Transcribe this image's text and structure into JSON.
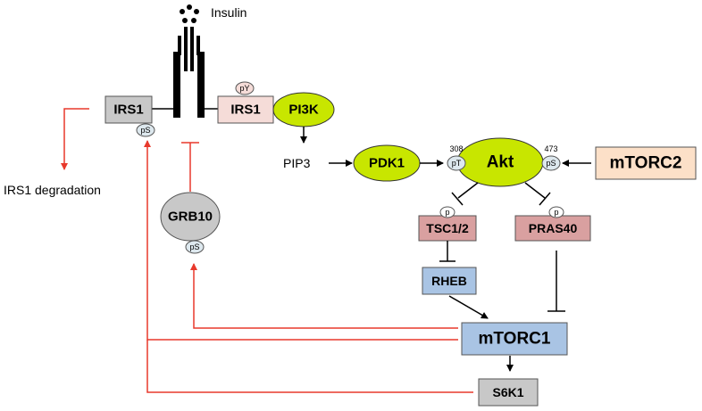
{
  "labels": {
    "insulin": "Insulin",
    "irs1_degradation": "IRS1 degradation",
    "pip3": "PIP3",
    "thr308": "308",
    "ser473": "473"
  },
  "nodes": {
    "irs1_left": "IRS1",
    "irs1_right": "IRS1",
    "pi3k": "PI3K",
    "pdk1": "PDK1",
    "akt": "Akt",
    "mtorc2": "mTORC2",
    "grb10": "GRB10",
    "tsc12": "TSC1/2",
    "pras40": "PRAS40",
    "rheb": "RHEB",
    "mtorc1": "mTORC1",
    "s6k1": "S6K1"
  },
  "phospho": {
    "ps_irs1": "pS",
    "py_irs1": "pY",
    "ps_grb10": "pS",
    "pt_akt": "pT",
    "ps_akt": "pS",
    "p_tsc": "p",
    "p_pras40": "p"
  },
  "colors": {
    "grey_box": "#c8c8c8",
    "pink_box": "#d9a0a0",
    "light_pink_box": "#f5dcd8",
    "blue_box": "#a9c4e4",
    "peach_box": "#fce0c8",
    "green_ellipse": "#c8e600",
    "red_arrow": "#e8392c",
    "phospho_fill": "#dde8ee"
  }
}
